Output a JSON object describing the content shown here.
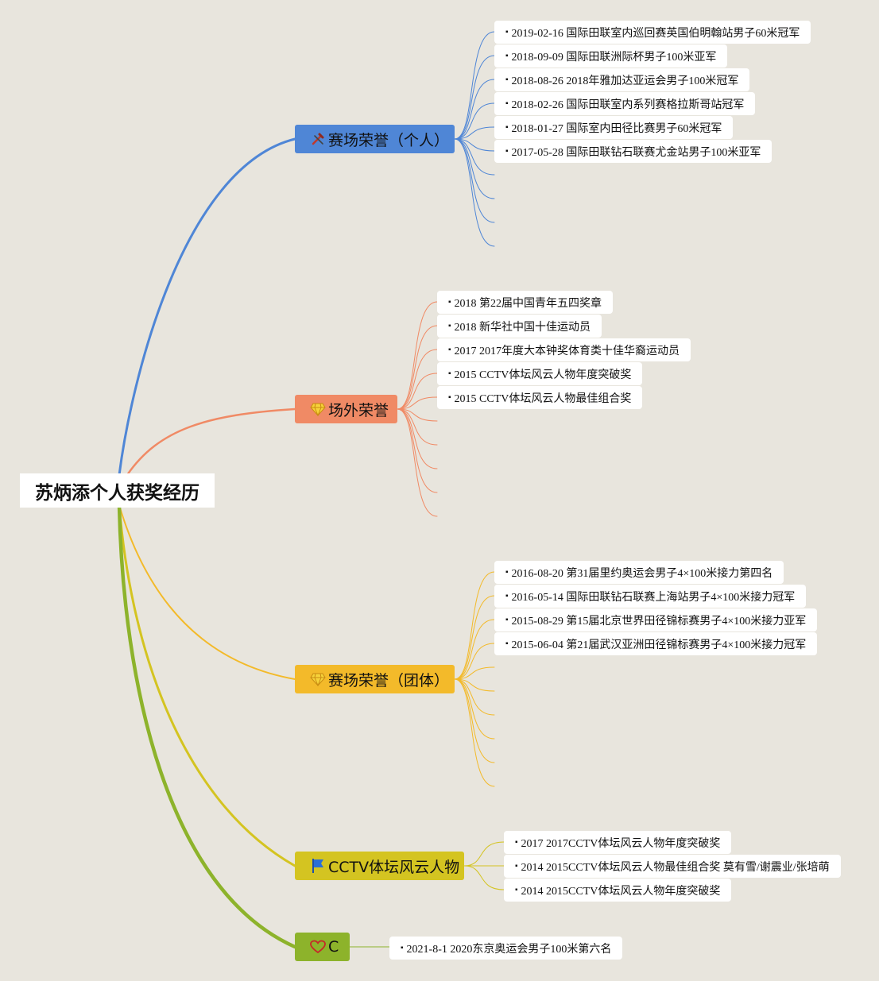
{
  "root": {
    "label": "苏炳添个人获奖经历"
  },
  "branches": [
    {
      "id": "b1",
      "label": "赛场荣誉（个人）",
      "icon": "tools-icon",
      "color": "#4f86d6",
      "line_color": "#4f86d6",
      "items": [
        "2019-02-16 国际田联室内巡回赛英国伯明翰站男子60米冠军",
        "2018-09-09 国际田联洲际杯男子100米亚军",
        "2018-08-26 2018年雅加达亚运会男子100米冠军",
        "2018-02-26 国际田联室内系列赛格拉斯哥站冠军",
        "2018-01-27 国际室内田径比赛男子60米冠军",
        "2017-05-28 国际田联钻石联赛尤金站男子100米亚军"
      ]
    },
    {
      "id": "b2",
      "label": "场外荣誉",
      "icon": "diamond-icon",
      "color": "#f08a65",
      "line_color": "#f08a65",
      "items": [
        "2018 第22届中国青年五四奖章",
        "2018 新华社中国十佳运动员",
        "2017 2017年度大本钟奖体育类十佳华裔运动员",
        "2015 CCTV体坛风云人物年度突破奖",
        "2015 CCTV体坛风云人物最佳组合奖"
      ]
    },
    {
      "id": "b3",
      "label": "赛场荣誉（团体）",
      "icon": "diamond-icon",
      "color": "#f3ba2a",
      "line_color": "#f3ba2a",
      "items": [
        "2016-08-20 第31届里约奥运会男子4×100米接力第四名",
        "2016-05-14 国际田联钻石联赛上海站男子4×100米接力冠军",
        "2015-08-29 第15届北京世界田径锦标赛男子4×100米接力亚军",
        "2015-06-04 第21届武汉亚洲田径锦标赛男子4×100米接力冠军"
      ]
    },
    {
      "id": "b4",
      "label": "CCTV体坛风云人物",
      "icon": "flag-icon",
      "color": "#d4c421",
      "line_color": "#d4c421",
      "items": [
        "2017 2017CCTV体坛风云人物年度突破奖",
        "2014 2015CCTV体坛风云人物最佳组合奖 莫有雪/谢震业/张培萌",
        "2014 2015CCTV体坛风云人物年度突破奖"
      ]
    },
    {
      "id": "b5",
      "label": "C",
      "icon": "heart-icon",
      "color": "#8db32b",
      "line_color": "#8db32b",
      "items": [
        "2021-8-1 2020东京奥运会男子100米第六名"
      ]
    }
  ],
  "bullet": "▪"
}
